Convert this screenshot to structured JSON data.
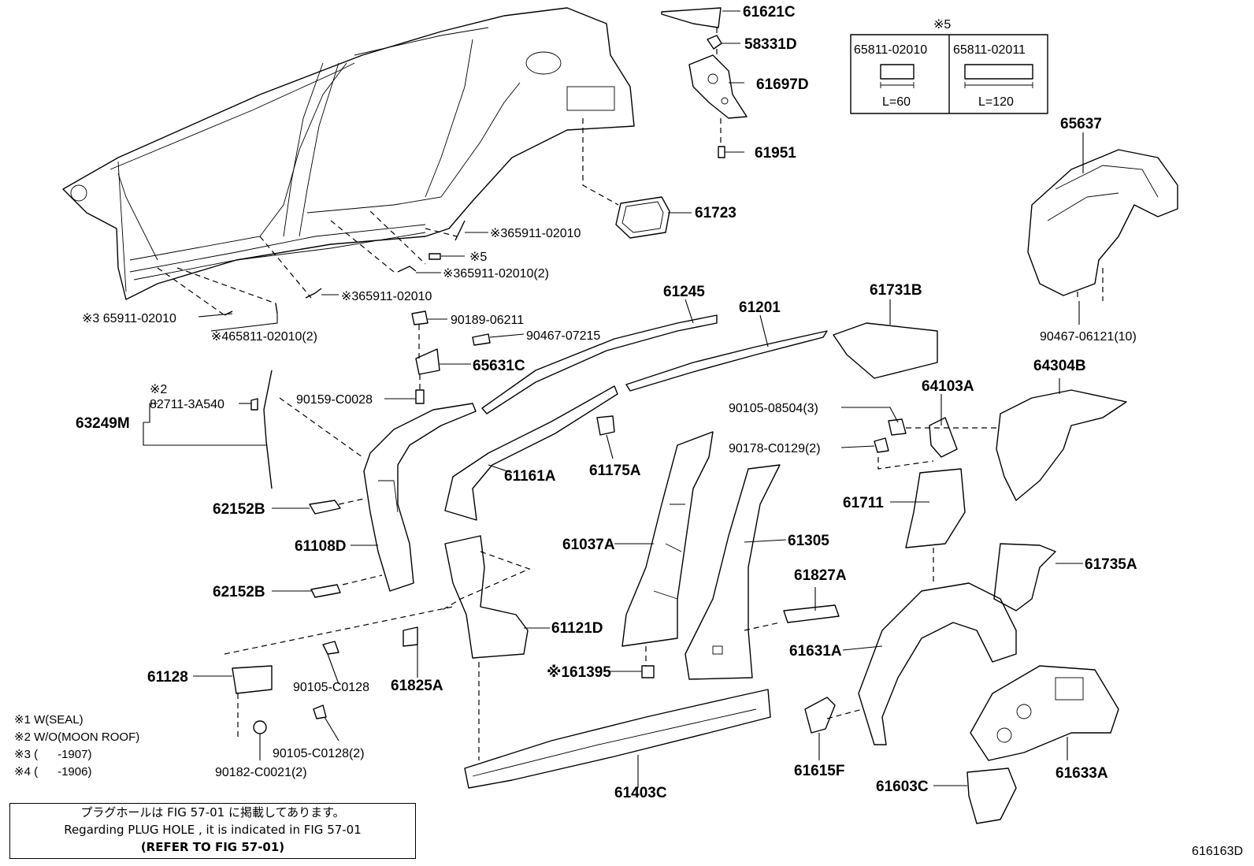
{
  "labels": {
    "p61621C": "61621C",
    "p58331D": "58331D",
    "p61697D": "61697D",
    "p61951": "61951",
    "p61723": "61723",
    "p65911a": "※365911-02010",
    "p5": "※5",
    "p65911b": "※365911-02010(2)",
    "p65911c": "※365911-02010",
    "p65911d": "※3 65911-02010",
    "p65811": "※465811-02010(2)",
    "p90189": "90189-06211",
    "p90467a": "90467-07215",
    "p65631C": "65631C",
    "p90159": "90159-C0028",
    "p2": "※2",
    "p82711": "82711-3A540",
    "p63249M": "63249M",
    "p62152Ba": "62152B",
    "p61108D": "61108D",
    "p62152Bb": "62152B",
    "p61128": "61128",
    "p90105a": "90105-C0128",
    "p90105b": "90105-C0128(2)",
    "p90182": "90182-C0021(2)",
    "p61825A": "61825A",
    "p61121D": "61121D",
    "p61161A": "61161A",
    "p61175A": "61175A",
    "p61245": "61245",
    "p61201": "61201",
    "p61037A": "61037A",
    "p61395": "※161395",
    "p61305": "61305",
    "p61403C": "61403C",
    "p61731B": "61731B",
    "p90105c": "90105-08504(3)",
    "p90178": "90178-C0129(2)",
    "p64103A": "64103A",
    "p61711": "61711",
    "p61827A": "61827A",
    "p61631A": "61631A",
    "p61615F": "61615F",
    "p61603C": "61603C",
    "p61633A": "61633A",
    "p61735A": "61735A",
    "p64304B": "64304B",
    "p65637": "65637",
    "p90467b": "90467-06121(10)"
  },
  "inset": {
    "mark": "※5",
    "col1_part": "65811-02010",
    "col2_part": "65811-02011",
    "col1_len": "L=60",
    "col2_len": "L=120"
  },
  "legend": [
    "※1 W(SEAL)",
    "※2 W/O(MOON ROOF)",
    "※3 (      -1907)",
    "※4 (      -1906)"
  ],
  "note": {
    "line1": "プラグホールは FIG 57-01 に掲載してあります。",
    "line2": "Regarding  PLUG  HOLE , it is indicated in  FIG  57-01",
    "line3": "(REFER TO FIG 57-01)"
  },
  "figure_code": "616163D"
}
